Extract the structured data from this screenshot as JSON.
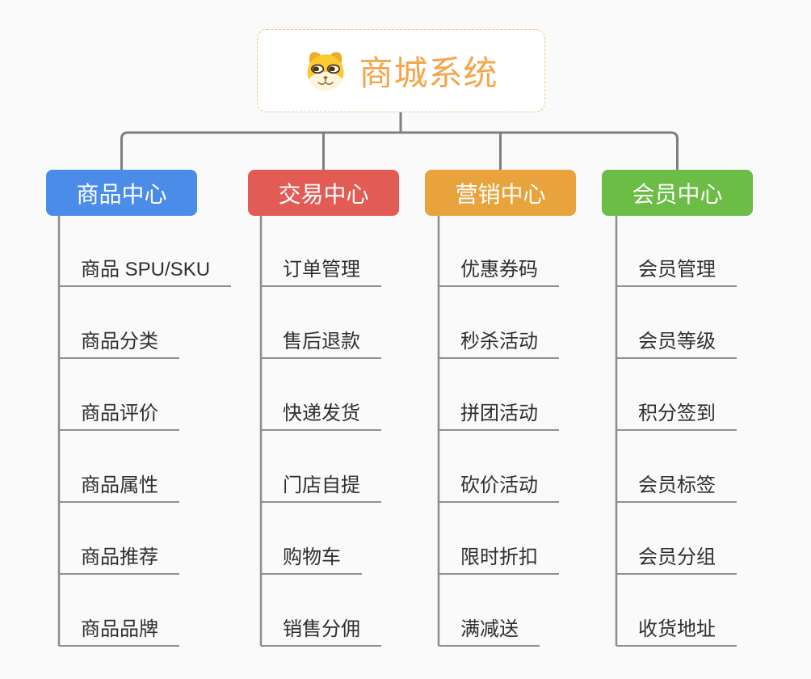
{
  "root": {
    "title": "商城系统",
    "icon": "dog-face-icon",
    "text_color": "#F3A64B",
    "border_color": "#F2C689"
  },
  "branches": [
    {
      "label": "商品中心",
      "color": "#4A8CE8",
      "children": [
        "商品 SPU/SKU",
        "商品分类",
        "商品评价",
        "商品属性",
        "商品推荐",
        "商品品牌"
      ]
    },
    {
      "label": "交易中心",
      "color": "#E25B55",
      "children": [
        "订单管理",
        "售后退款",
        "快递发货",
        "门店自提",
        "购物车",
        "销售分佣"
      ]
    },
    {
      "label": "营销中心",
      "color": "#E8A33D",
      "children": [
        "优惠券码",
        "秒杀活动",
        "拼团活动",
        "砍价活动",
        "限时折扣",
        "满减送"
      ]
    },
    {
      "label": "会员中心",
      "color": "#6BBD46",
      "children": [
        "会员管理",
        "会员等级",
        "积分签到",
        "会员标签",
        "会员分组",
        "收货地址"
      ]
    }
  ],
  "colors": {
    "background": "#FAFAFA",
    "connector": "#7F7F7F",
    "sub_connector": "#8C8C8C",
    "leaf_underline": "#909090",
    "leaf_text": "#2F2F2F"
  }
}
